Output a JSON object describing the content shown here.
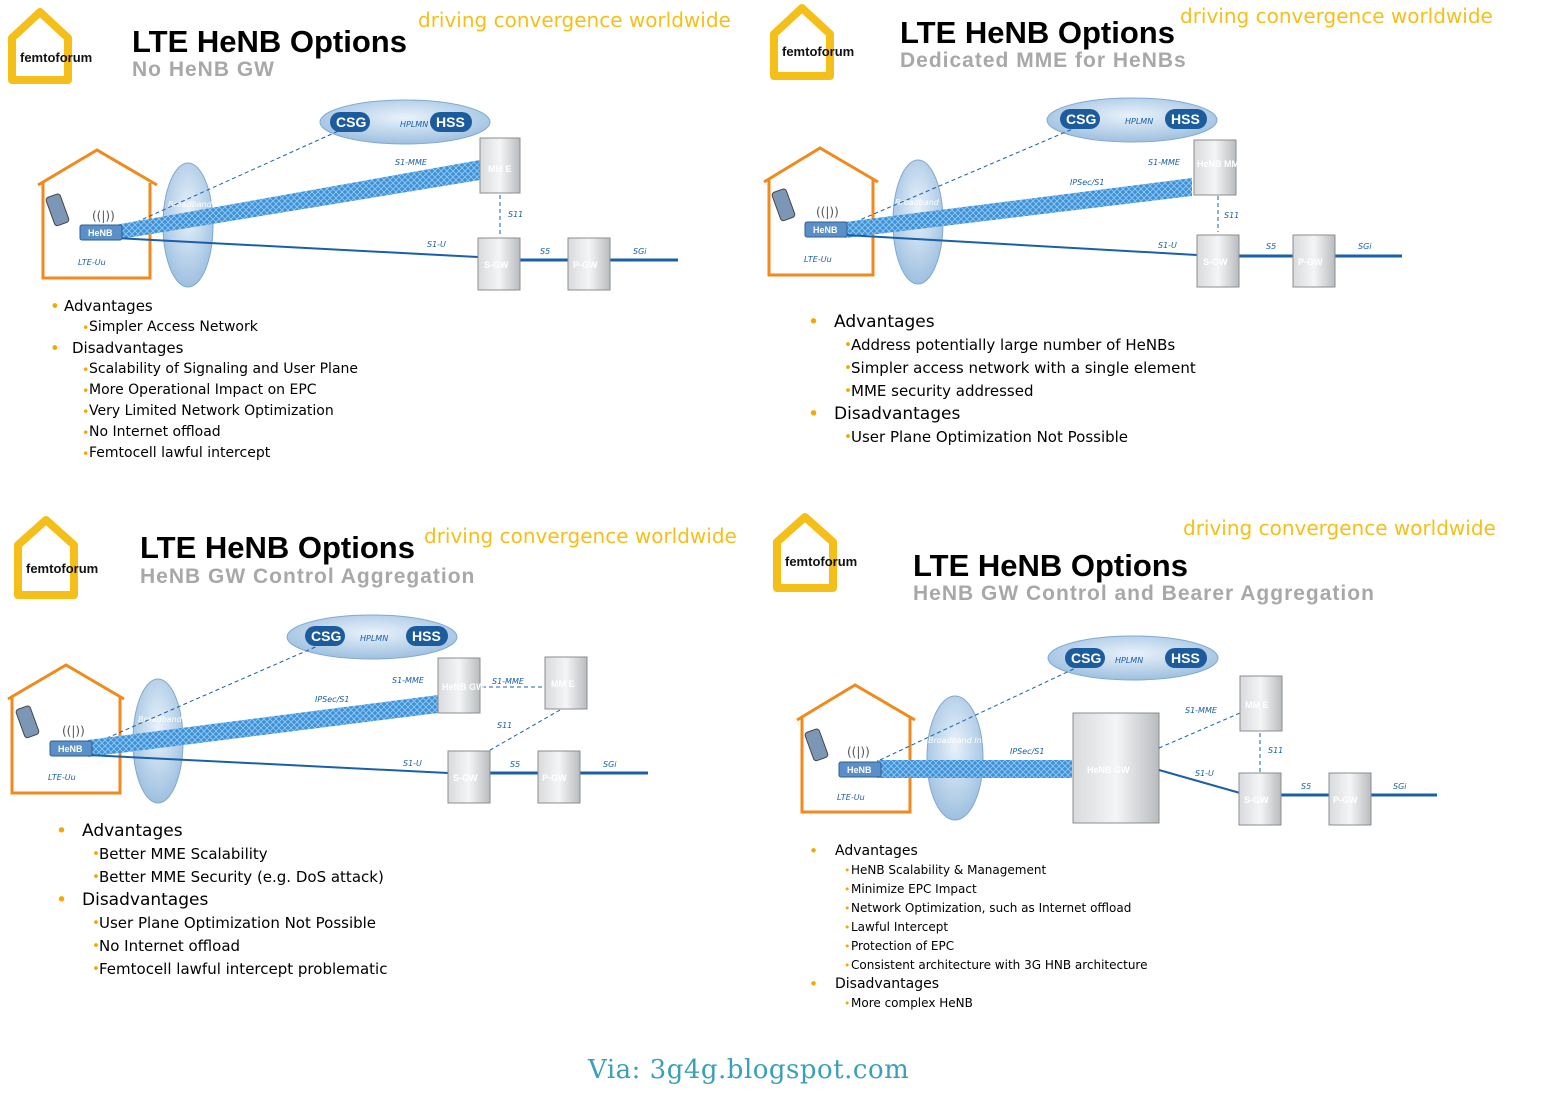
{
  "common": {
    "tagline": "driving convergence worldwide",
    "logo_text": "femtoforum",
    "title": "LTE HeNB Options",
    "colors": {
      "accent": "#f5bf1a",
      "house": "#f08a1c",
      "link": "#1a5fa8",
      "subtitle": "#a8a8a8"
    }
  },
  "panels": [
    {
      "subtitle": "No HeNB GW",
      "labels": {
        "hplmn": "HPLMN",
        "csg": "CSG",
        "hss": "HSS",
        "henb": "HeNB",
        "lte_uu": "LTE-Uu",
        "broadband": "Broadband",
        "s1_mme": "S1-MME",
        "s11": "S11",
        "s1_u": "S1-U",
        "s5": "S5",
        "sgi": "SGi",
        "mme_box": "MM E",
        "sgw": "S-GW",
        "pgw": "P-GW"
      },
      "advantages_label": "Advantages",
      "advantages": [
        "Simpler Access Network"
      ],
      "disadvantages_label": "Disadvantages",
      "disadvantages": [
        "Scalability of Signaling and User Plane",
        "More Operational Impact on EPC",
        "Very Limited Network Optimization",
        "No Internet offload",
        "Femtocell lawful intercept"
      ]
    },
    {
      "subtitle": "Dedicated MME for HeNBs",
      "labels": {
        "hplmn": "HPLMN",
        "csg": "CSG",
        "hss": "HSS",
        "henb": "HeNB",
        "lte_uu": "LTE-Uu",
        "broadband": "Broadband",
        "ipsec": "IPSec/S1",
        "s1_mme": "S1-MME",
        "s11": "S11",
        "s1_u": "S1-U",
        "s5": "S5",
        "sgi": "SGi",
        "mme_box": "HeNB MME",
        "sgw": "S-GW",
        "pgw": "P-GW"
      },
      "advantages_label": "Advantages",
      "advantages": [
        "Address potentially large number of HeNBs",
        "Simpler access network with a single element",
        "MME security addressed"
      ],
      "disadvantages_label": "Disadvantages",
      "disadvantages": [
        "User Plane Optimization Not Possible"
      ]
    },
    {
      "subtitle": "HeNB GW Control Aggregation",
      "labels": {
        "hplmn": "HPLMN",
        "csg": "CSG",
        "hss": "HSS",
        "henb": "HeNB",
        "lte_uu": "LTE-Uu",
        "broadband": "Broadband",
        "ipsec": "IPSec/S1",
        "s1_mme": "S1-MME",
        "s1_mme2": "S1-MME",
        "s11": "S11",
        "s1_u": "S1-U",
        "s5": "S5",
        "sgi": "SGi",
        "gw_box": "HeNB GW",
        "mme_box": "MM E",
        "sgw": "S-GW",
        "pgw": "P-GW"
      },
      "advantages_label": "Advantages",
      "advantages": [
        "Better MME Scalability",
        "Better MME Security (e.g. DoS attack)"
      ],
      "disadvantages_label": "Disadvantages",
      "disadvantages": [
        "User Plane Optimization Not Possible",
        "No Internet offload",
        "Femtocell lawful intercept problematic"
      ]
    },
    {
      "subtitle": "HeNB GW Control and Bearer Aggregation",
      "labels": {
        "hplmn": "HPLMN",
        "csg": "CSG",
        "hss": "HSS",
        "henb": "HeNB",
        "lte_uu": "LTE-Uu",
        "broadband": "Broadband Internet",
        "ipsec": "IPSec/S1",
        "s1_mme": "S1-MME",
        "s11": "S11",
        "s1_u": "S1-U",
        "s5": "S5",
        "sgi": "SGi",
        "gw_box": "HeNB GW",
        "mme_box": "MM E",
        "sgw": "S-GW",
        "pgw": "P-GW"
      },
      "advantages_label": "Advantages",
      "advantages": [
        "HeNB Scalability & Management",
        "Minimize EPC Impact",
        "Network Optimization, such as Internet offload",
        "Lawful Intercept",
        "Protection of EPC",
        "Consistent architecture with 3G HNB architecture"
      ],
      "disadvantages_label": "Disadvantages",
      "disadvantages": [
        "More complex HeNB"
      ]
    }
  ],
  "credit": "Via: 3g4g.blogspot.com"
}
